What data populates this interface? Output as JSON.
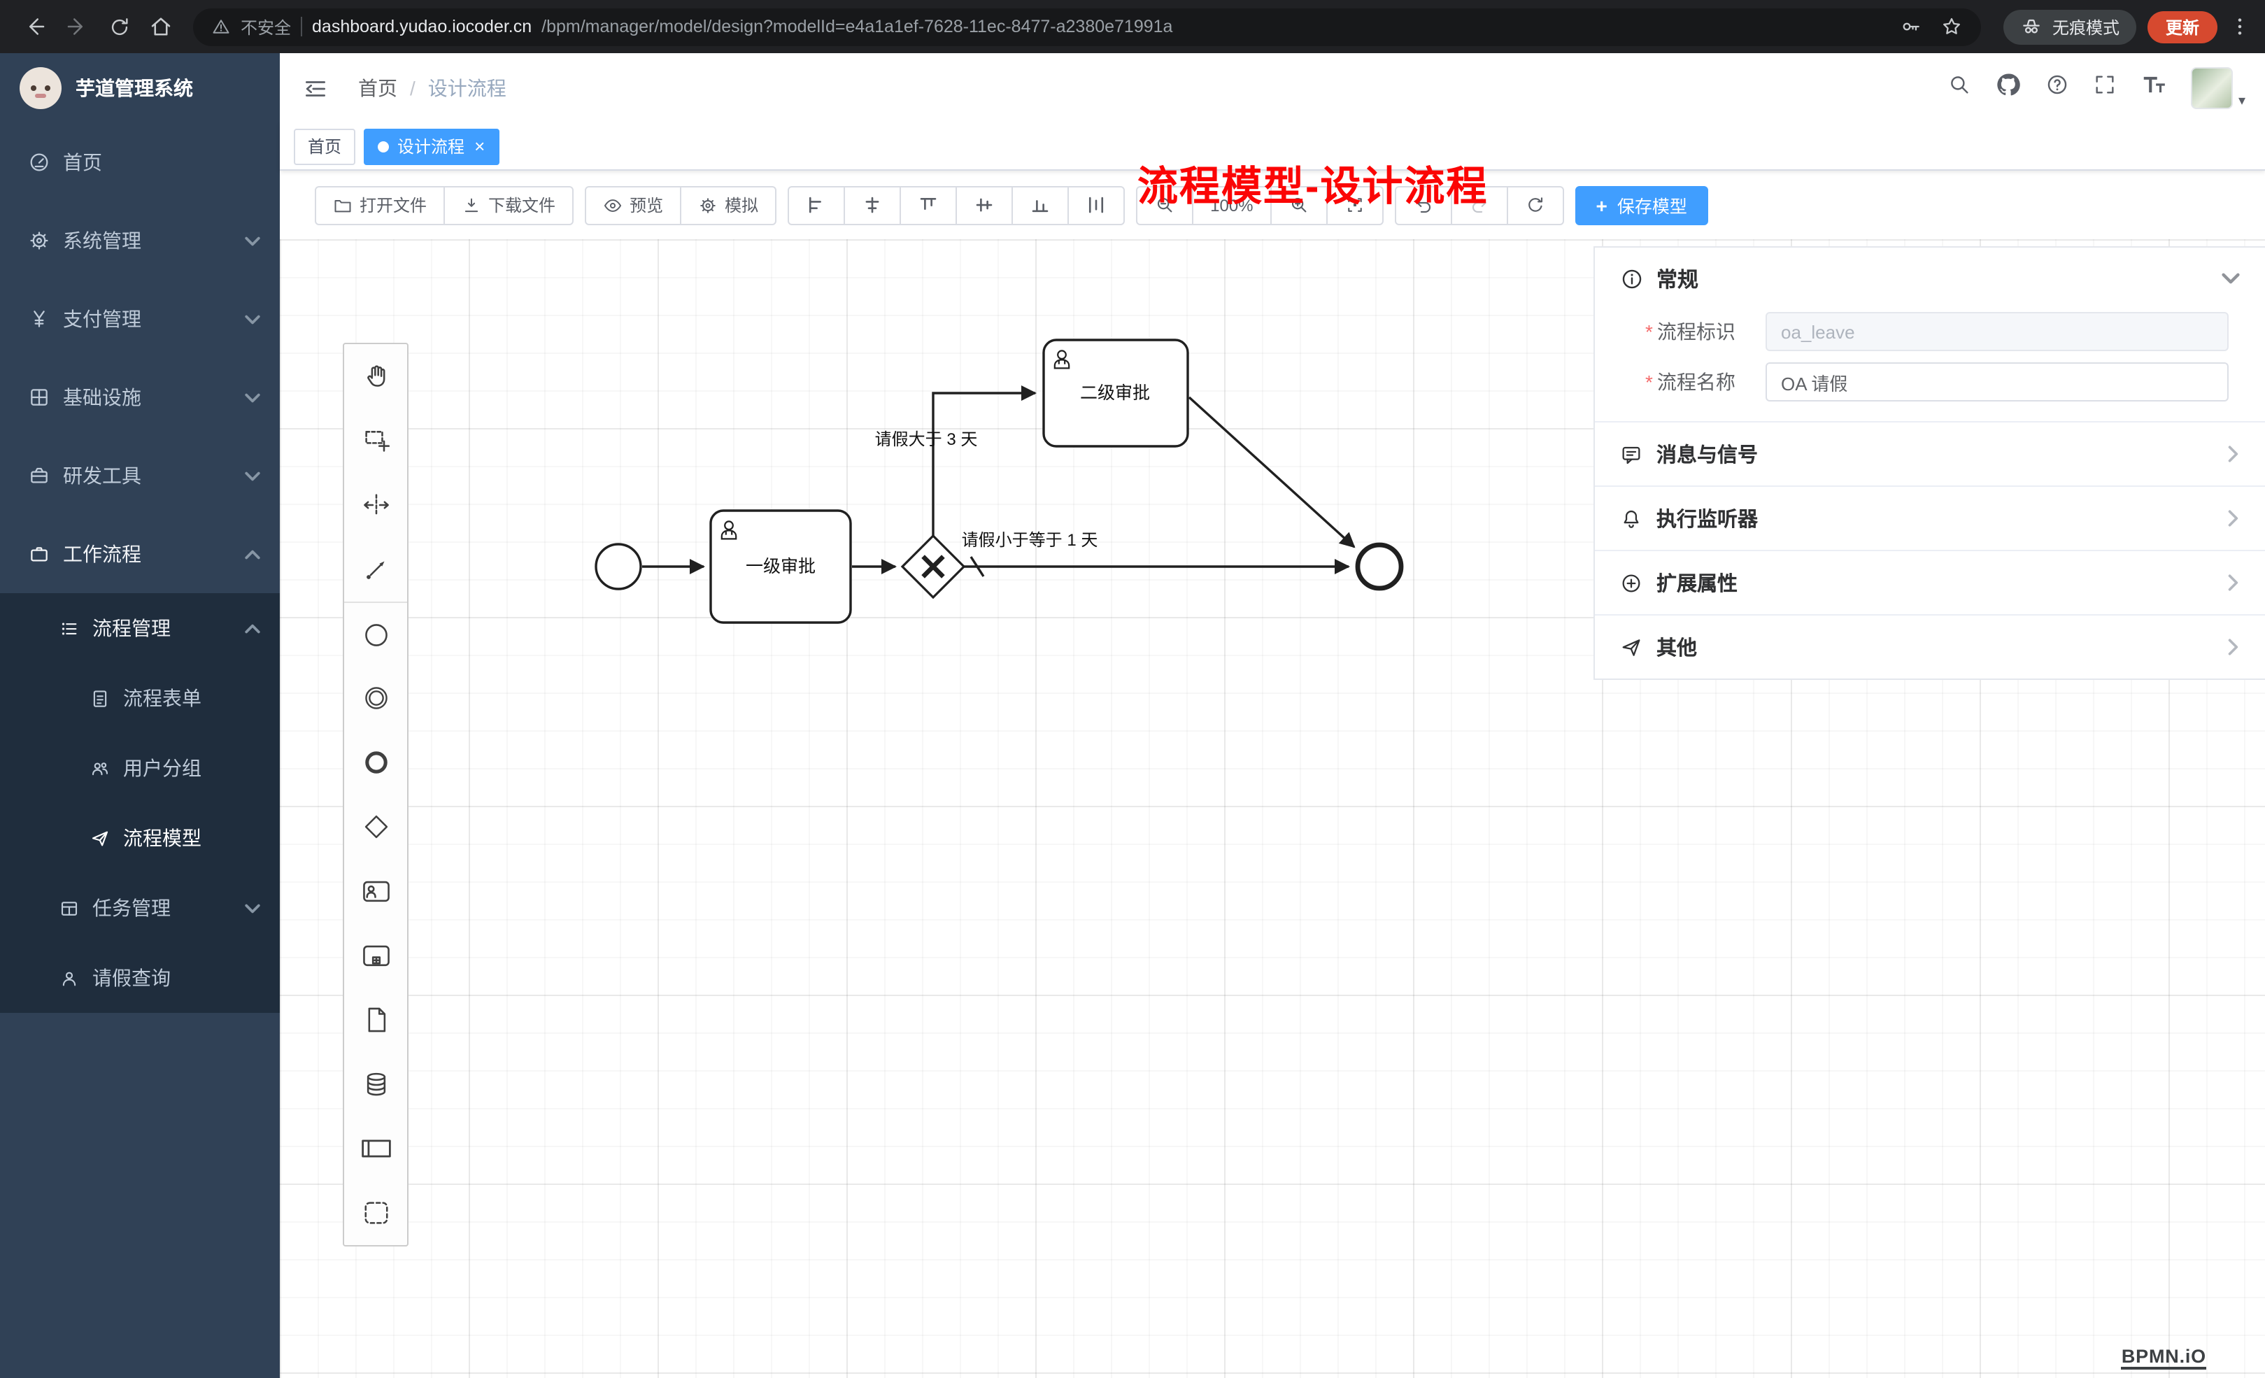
{
  "browser": {
    "security_label": "不安全",
    "host": "dashboard.yudao.iocoder.cn",
    "path": "/bpm/manager/model/design?modelId=e4a1a1ef-7628-11ec-8477-a2380e71991a",
    "incognito_label": "无痕模式",
    "update_label": "更新"
  },
  "sidebar": {
    "app_title": "芋道管理系统",
    "items": [
      {
        "label": "首页"
      },
      {
        "label": "系统管理"
      },
      {
        "label": "支付管理"
      },
      {
        "label": "基础设施"
      },
      {
        "label": "研发工具"
      },
      {
        "label": "工作流程"
      },
      {
        "label": "流程管理"
      },
      {
        "label": "流程表单"
      },
      {
        "label": "用户分组"
      },
      {
        "label": "流程模型"
      },
      {
        "label": "任务管理"
      },
      {
        "label": "请假查询"
      }
    ]
  },
  "header": {
    "breadcrumb_home": "首页",
    "breadcrumb_current": "设计流程",
    "annotation": "流程模型-设计流程"
  },
  "tabs": {
    "tab1": "首页",
    "tab2": "设计流程",
    "close": "×"
  },
  "toolbar": {
    "open": "打开文件",
    "download": "下载文件",
    "preview": "预览",
    "simulate": "模拟",
    "zoom": "100%",
    "save": "保存模型",
    "save_plus": "+"
  },
  "diagram": {
    "task1": "一级审批",
    "task2": "二级审批",
    "flow_top": "请假大于 3 天",
    "flow_bottom": "请假小于等于 1 天"
  },
  "panel": {
    "general_title": "常规",
    "field1_label": "流程标识",
    "field1_value": "oa_leave",
    "field2_label": "流程名称",
    "field2_value": "OA 请假",
    "section1": "消息与信号",
    "section2": "执行监听器",
    "section3": "扩展属性",
    "section4": "其他",
    "watermark": "BPMN.iO"
  },
  "colors": {
    "accent": "#409eff",
    "sidebar_bg": "#304156",
    "submenu_bg": "#1f2d3d",
    "annotation_red": "#fb0505"
  }
}
